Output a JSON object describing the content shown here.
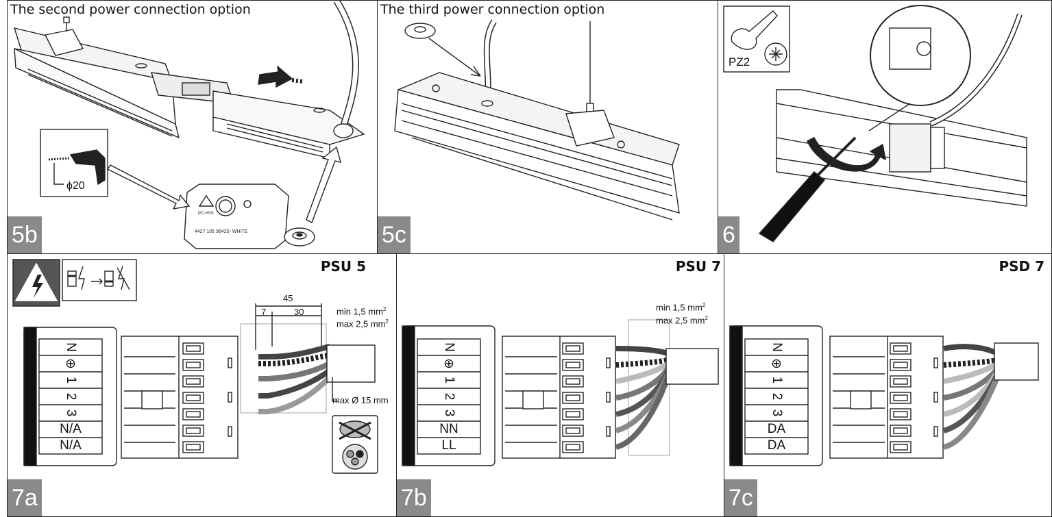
{
  "panels": {
    "p5b": {
      "caption": "The second power connection option",
      "step": "5b",
      "drill_label": "ϕ20",
      "endcap_text": "4427 105  96420- WHITE",
      "endcap_pc": "PC-HSS"
    },
    "p5c": {
      "caption": "The third power connection option",
      "step": "5c"
    },
    "p6": {
      "step": "6",
      "tool_label": "PZ2"
    },
    "p7a": {
      "step": "7a",
      "model": "PSU 5",
      "terminals": [
        "N",
        "⊕",
        "1",
        "2",
        "3",
        "N/A",
        "N/A"
      ],
      "dim_total": "45",
      "dim_short": "7",
      "dim_long": "30",
      "wire_min": "min 1,5 mm",
      "wire_max": "max 2,5 mm",
      "sup": "2",
      "cable_max": "max Ø 15 mm"
    },
    "p7b": {
      "step": "7b",
      "model": "PSU 7",
      "terminals": [
        "N",
        "⊕",
        "1",
        "2",
        "3",
        "NN",
        "LL"
      ],
      "wire_min": "min 1,5 mm",
      "wire_max": "max 2,5 mm",
      "sup": "2"
    },
    "p7c": {
      "step": "7c",
      "model": "PSD 7",
      "terminals": [
        "N",
        "⊕",
        "1",
        "2",
        "3",
        "DA",
        "DA"
      ]
    }
  },
  "colors": {
    "step_badge": "#8a8a8a",
    "warning_bg": "#555555",
    "line": "#222222"
  }
}
